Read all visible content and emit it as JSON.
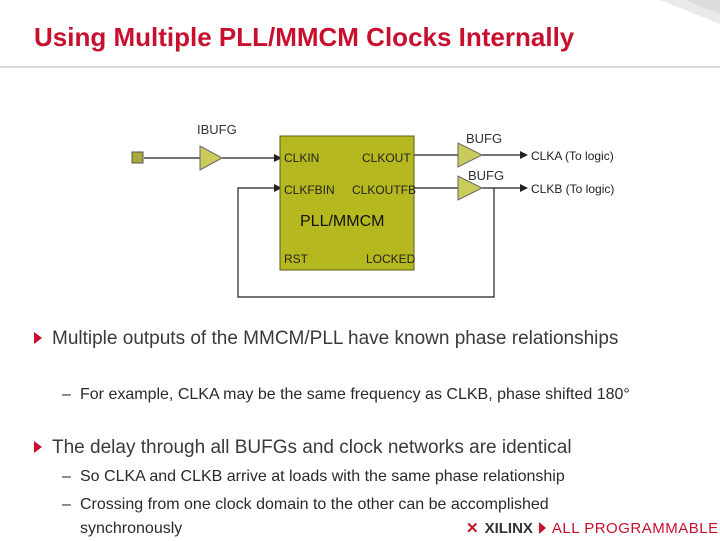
{
  "slide": {
    "title": "Using Multiple PLL/MMCM Clocks Internally"
  },
  "diagram": {
    "ibufg_label": "IBUFG",
    "bufg_top_label": "BUFG",
    "bufg_bottom_label": "BUFG",
    "pll_ports": {
      "clkin": "CLKIN",
      "clkout": "CLKOUT",
      "clkfbin": "CLKFBIN",
      "clkoutfb": "CLKOUTFB",
      "rst": "RST",
      "locked": "LOCKED"
    },
    "pll_name": "PLL/MMCM",
    "output_a": "CLKA (To logic)",
    "output_b": "CLKB (To logic)",
    "colors": {
      "block_fill": "#b5b81e",
      "block_stroke": "#5d5e10",
      "buffer_fill": "#c9cc5a",
      "input_pad_fill": "#a8ab3c",
      "wire": "#222222"
    }
  },
  "bullets": [
    {
      "text": "Multiple outputs of the MMCM/PLL have known phase relationships",
      "subs": [
        "For example, CLKA may be the same frequency as CLKB, phase shifted 180°"
      ]
    },
    {
      "text": "The delay through all BUFGs and clock networks are identical",
      "subs": [
        "So CLKA and CLKB arrive at loads with the same phase relationship",
        "Crossing from one clock domain to the other can be accomplished synchronously"
      ]
    }
  ],
  "footer": {
    "brand": "XILINX",
    "brand_icon": "xilinx-x-logo",
    "tagline": "ALL PROGRAMMABLE."
  }
}
